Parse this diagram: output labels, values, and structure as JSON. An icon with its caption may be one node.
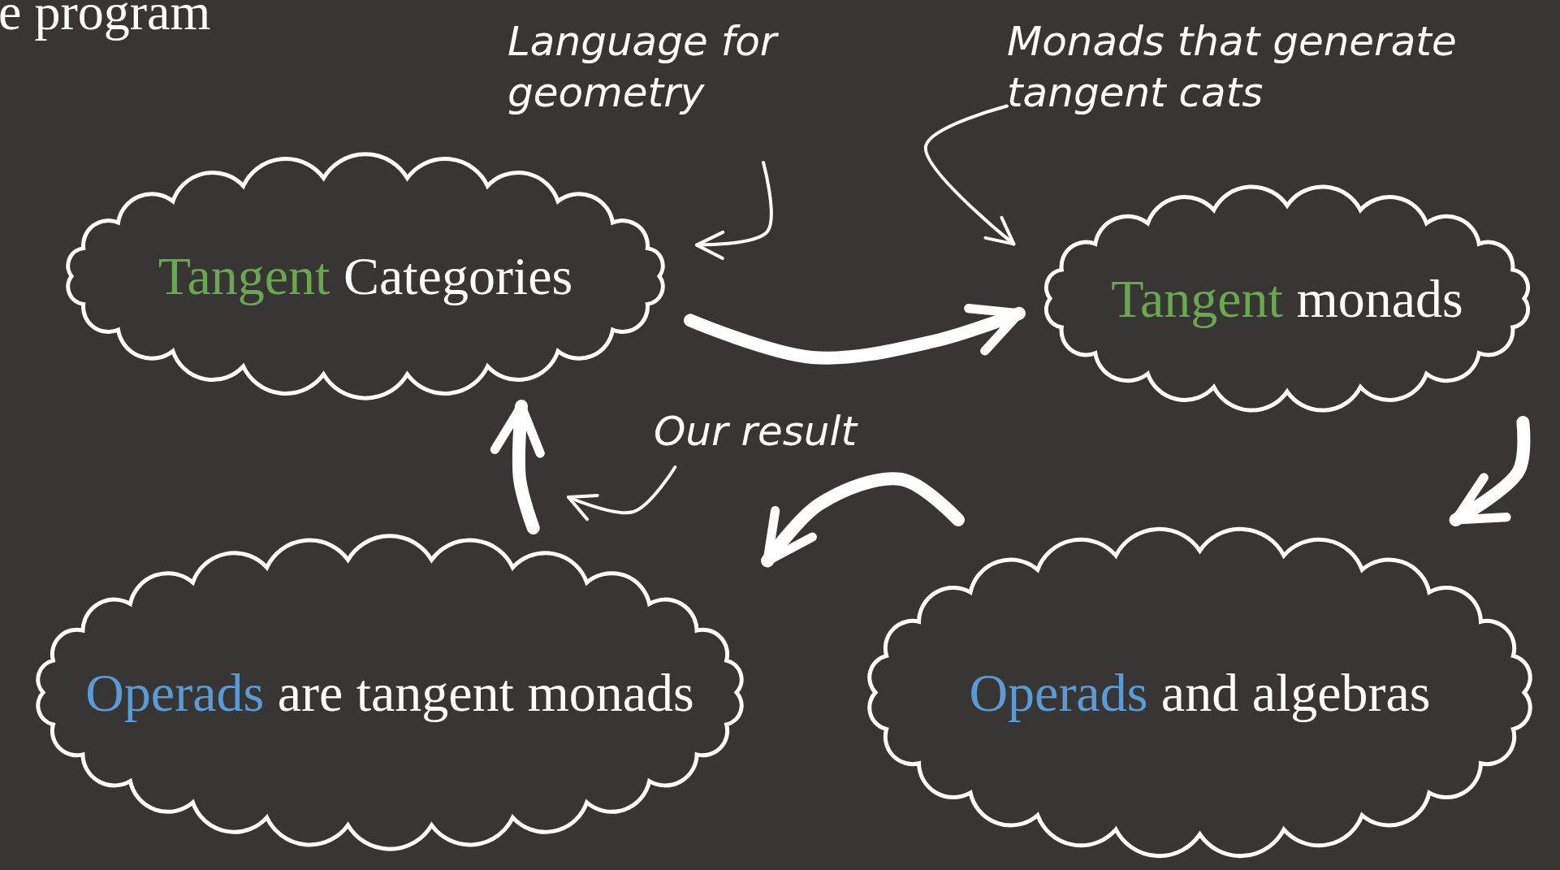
{
  "diagram": {
    "nodes": [
      {
        "text": [
          "Tangent Categories"
        ]
      },
      {
        "text": [
          "Tangent monads"
        ]
      },
      {
        "text": [
          "Operads are tangent monads"
        ]
      },
      {
        "text": [
          "Operads and algebras"
        ]
      },
      {
        "text": [
          "Language for geometry"
        ]
      },
      {
        "text": [
          "Monads that generate tangent cats"
        ]
      },
      {
        "text": [
          "Our result"
        ]
      }
    ],
    "edges": [
      {
        "from": 0,
        "to": 1,
        "arrow": "to"
      },
      {
        "from": 1,
        "to": 3,
        "arrow": "to"
      },
      {
        "from": 3,
        "to": 2,
        "arrow": "to"
      },
      {
        "from": 2,
        "to": 0,
        "arrow": "to"
      },
      {
        "from": 4,
        "to": 0,
        "arrow": "to"
      },
      {
        "from": 5,
        "to": 1,
        "arrow": "to"
      },
      {
        "from": 6,
        "to": null,
        "arrow": "to"
      }
    ],
    "labels": [
      "e program"
    ]
  }
}
